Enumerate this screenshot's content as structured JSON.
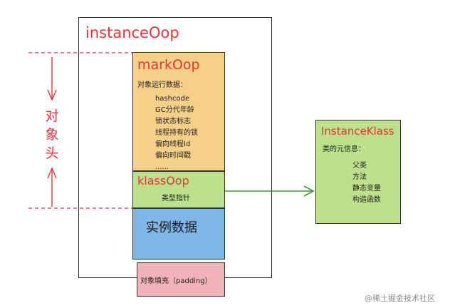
{
  "instance_oop": {
    "title": "instanceOop"
  },
  "mark_oop": {
    "title": "markOop",
    "subtitle": "对象运行数据：",
    "items": [
      "hashcode",
      "GC分代年龄",
      "锁状态标志",
      "线程持有的锁",
      "偏向线程Id",
      "偏向时间戳",
      "......"
    ]
  },
  "klass_oop": {
    "title": "klassOop",
    "subtitle": "类型指针"
  },
  "instance_data": {
    "title": "实例数据"
  },
  "padding": {
    "title": "对象填充（padding）"
  },
  "instance_klass": {
    "title": "InstanceKlass",
    "subtitle": "类的元信息：",
    "items": [
      "父类",
      "方法",
      "静态变量",
      "构造函数"
    ]
  },
  "object_header": {
    "label": [
      "对",
      "象",
      "头"
    ]
  },
  "watermark": {
    "text": "@稀土掘金技术社区"
  },
  "colors": {
    "red_text": "#e2353b",
    "mark_fill": "#f6d089",
    "klass_fill": "#bde08c",
    "instance_fill": "#7fb6e8",
    "padding_fill": "#f2b3b8",
    "arrow_green": "#3a9a2c"
  }
}
